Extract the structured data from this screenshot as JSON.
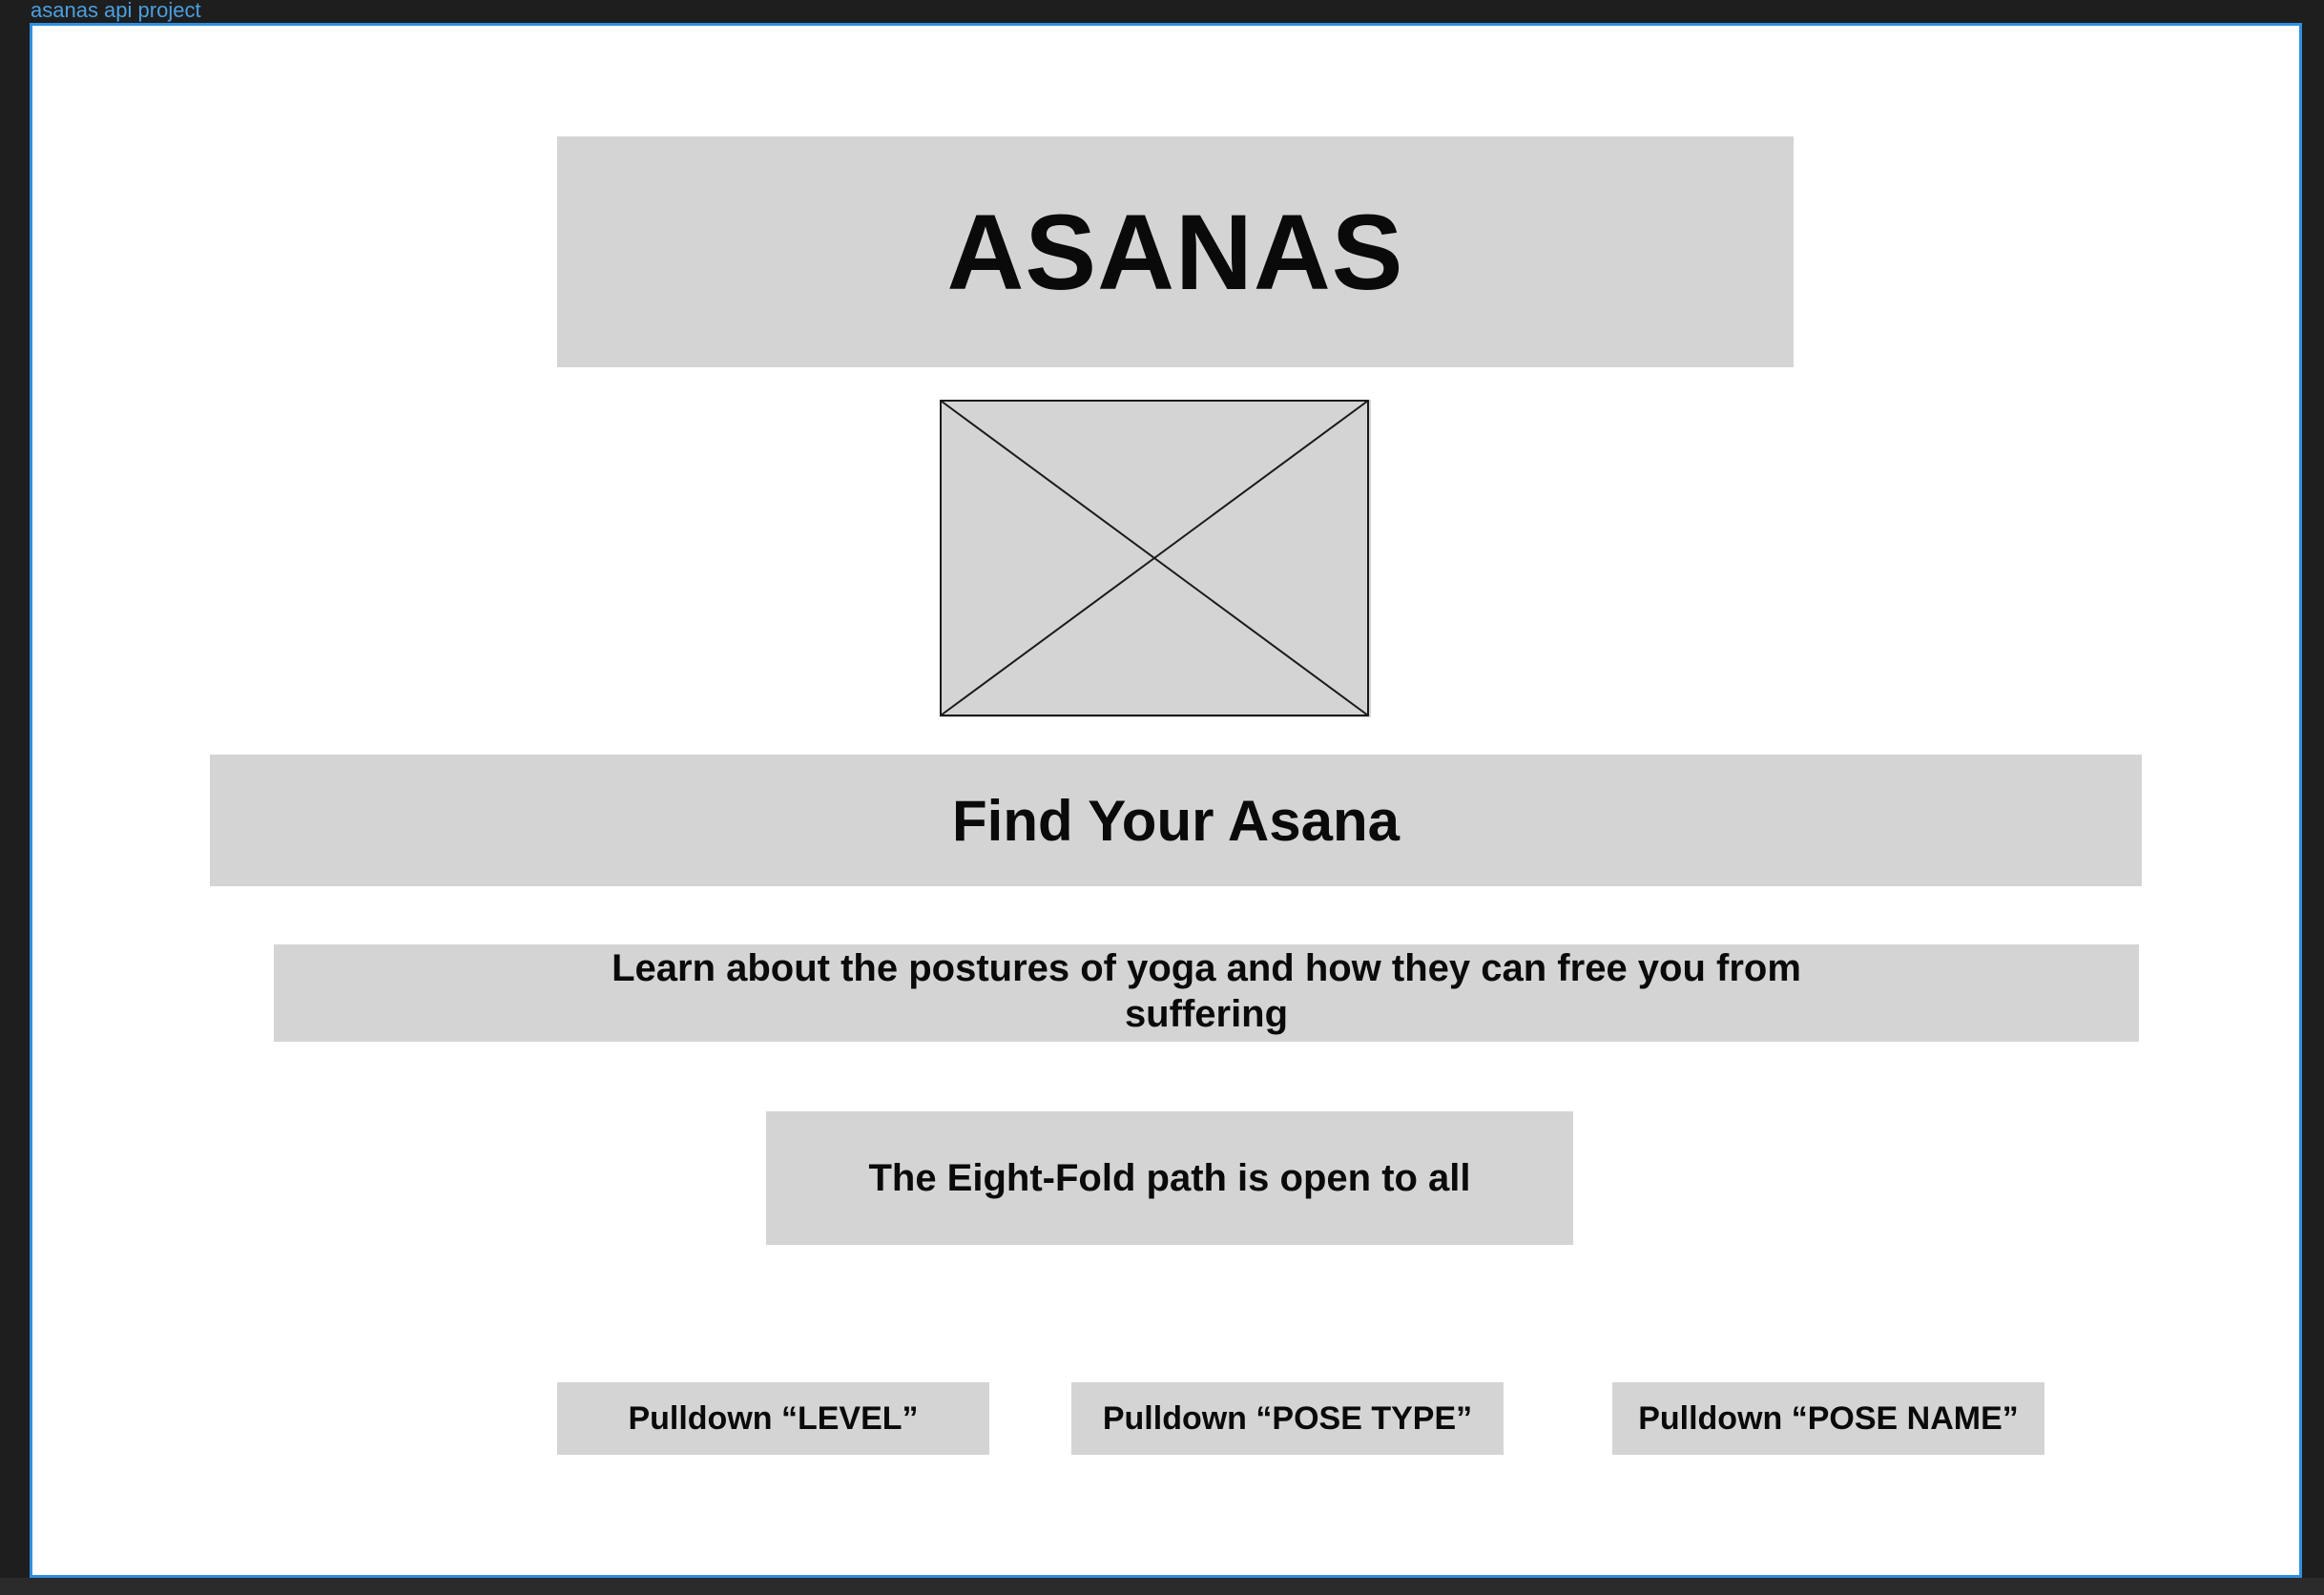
{
  "frame": {
    "label": "asanas api project",
    "accent_color": "#2f8fe0"
  },
  "header": {
    "title": "ASANAS"
  },
  "hero_image": {
    "icon": "image-placeholder-icon"
  },
  "find": {
    "heading": "Find Your Asana"
  },
  "intro": {
    "text": "Learn about the postures of yoga and how they can free you from suffering"
  },
  "tagline": {
    "text": "The Eight-Fold path is open to all"
  },
  "pulldowns": [
    {
      "label": "Pulldown “LEVEL”"
    },
    {
      "label": "Pulldown “POSE TYPE”"
    },
    {
      "label": "Pulldown “POSE NAME”"
    }
  ],
  "colors": {
    "placeholder_fill": "#d4d4d4",
    "canvas_background": "#1e1e1e",
    "frame_background": "#ffffff"
  }
}
